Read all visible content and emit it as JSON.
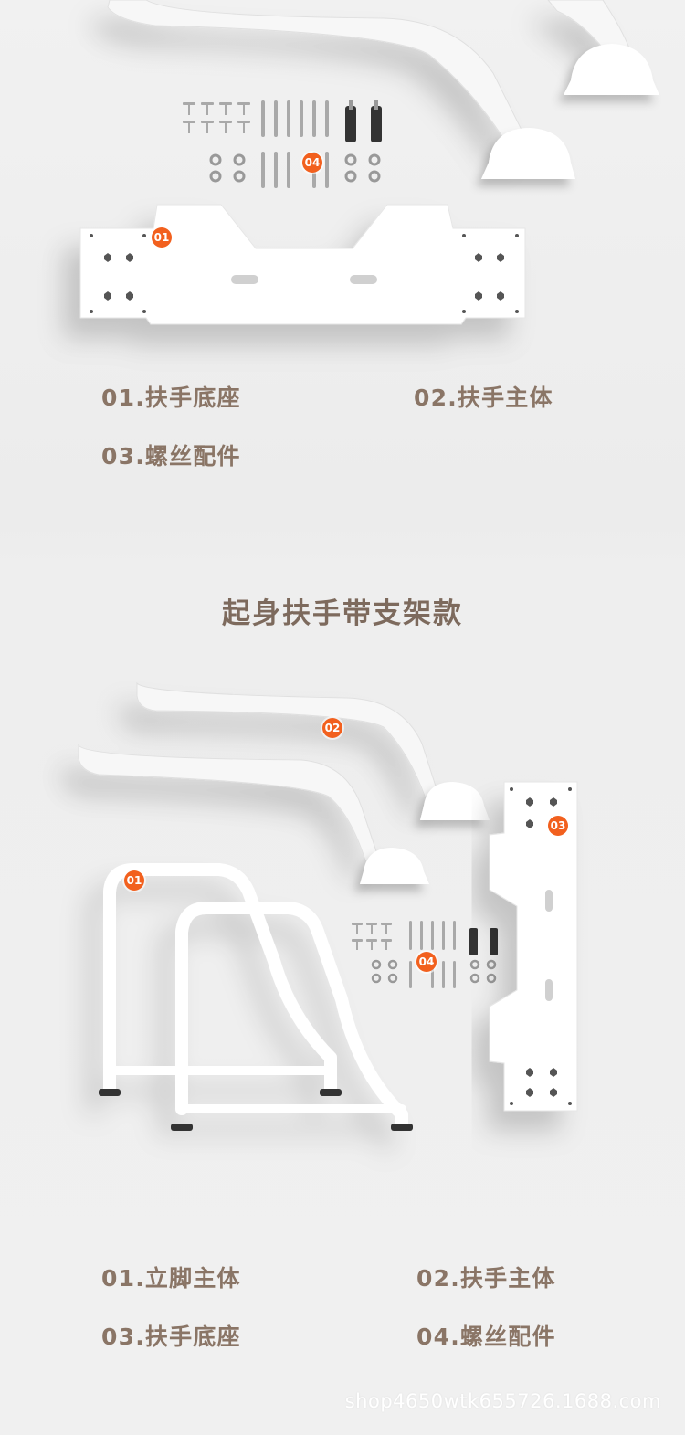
{
  "section1": {
    "captions": [
      "01.扶手底座",
      "02.扶手主体",
      "03.螺丝配件"
    ],
    "badges": [
      "04",
      "01"
    ]
  },
  "section2": {
    "title": "起身扶手带支架款",
    "captions": [
      "01.立脚主体",
      "02.扶手主体",
      "03.扶手底座",
      "04.螺丝配件"
    ],
    "badges": [
      "02",
      "03",
      "01",
      "04"
    ]
  },
  "watermark": "shop4650wtk655726.1688.com",
  "colors": {
    "accent": "#f2601e",
    "caption": "#8a7566",
    "title": "#7d6a5d"
  }
}
